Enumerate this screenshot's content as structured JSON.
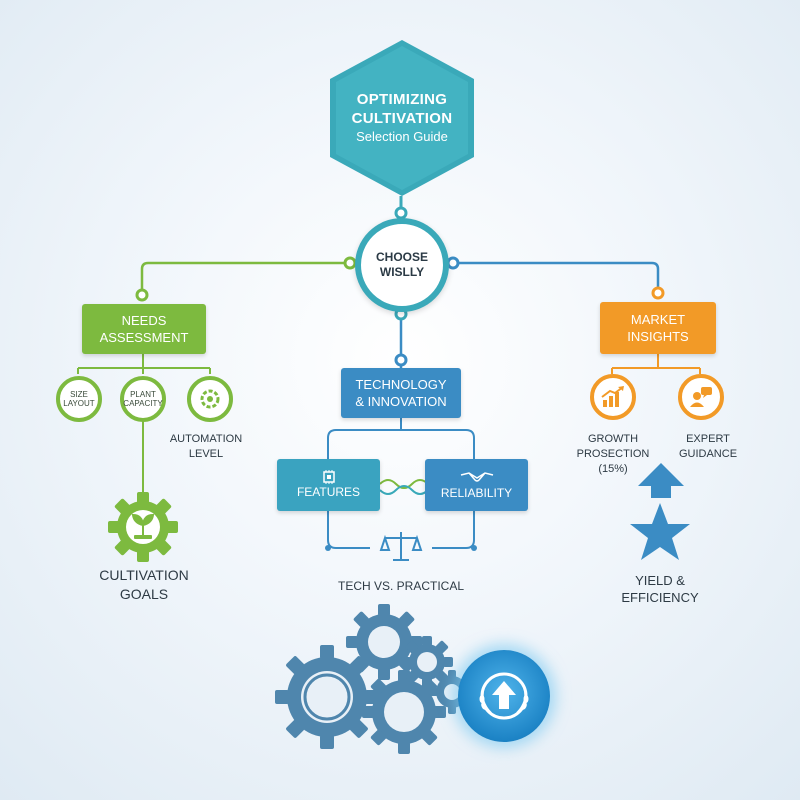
{
  "hexagon": {
    "line1": "OPTIMIZING",
    "line2": "CULTIVATION",
    "line3": "Selection Guide"
  },
  "center": {
    "label": "CHOOSE WISLLY"
  },
  "needs": {
    "title_line1": "NEEDS",
    "title_line2": "ASSESSMENT",
    "size": {
      "line1": "SIZE",
      "line2": "LAYOUT"
    },
    "capacity": {
      "line1": "PLANT",
      "line2": "CAPACITY"
    },
    "automation": {
      "line1": "AUTOMATION",
      "line2": "LEVEL"
    },
    "goals": {
      "line1": "CULTIVATION",
      "line2": "GOALS"
    }
  },
  "technology": {
    "title_line1": "TECHNOLOGY",
    "title_line2": "& INNOVATION",
    "features": "FEATURES",
    "reliability": "RELIABILITY",
    "comparison": "TECH VS. PRACTICAL"
  },
  "market": {
    "title_line1": "MARKET",
    "title_line2": "INSIGHTS",
    "growth": {
      "line1": "GROWTH PROSECTION",
      "line2": "(15%)"
    },
    "expert": {
      "line1": "EXPERT",
      "line2": "GUIDANCE"
    },
    "yield": {
      "line1": "YIELD &",
      "line2": "EFFICIENCY"
    }
  },
  "colors": {
    "teal": "#3aa9b9",
    "green": "#7dba3f",
    "blue": "#3b8cc4",
    "orange": "#f29a27",
    "gear": "#4f86ad"
  },
  "icons": [
    "gear-icon",
    "chip-icon",
    "handshake-icon",
    "scales-icon",
    "growth-chart-icon",
    "expert-icon",
    "star-icon",
    "up-arrow-icon",
    "laurel-icon"
  ]
}
